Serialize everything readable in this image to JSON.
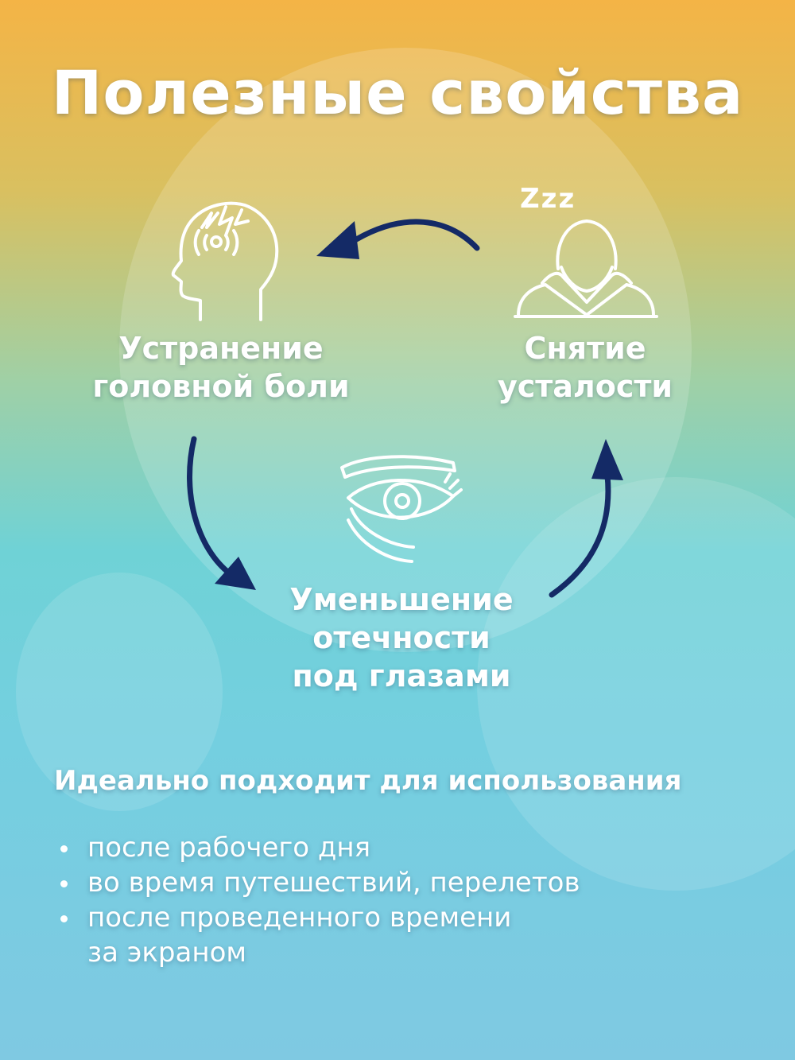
{
  "title": "Полезные свойства",
  "colors": {
    "gradient_top": "#f4b446",
    "gradient_bottom": "#7fc9e2",
    "arrow": "#142a66",
    "text": "#ffffff"
  },
  "benefits": [
    {
      "icon": "headache-head-icon",
      "line1": "Устранение",
      "line2": "головной боли"
    },
    {
      "icon": "sleeping-person-icon",
      "line1": "Снятие",
      "line2": "усталости"
    },
    {
      "icon": "eye-icon",
      "line1": "Уменьшение",
      "line2": "отечности",
      "line3": "под глазами"
    }
  ],
  "sleep_label": "Zzz",
  "usage": {
    "heading": "Идеально подходит для использования",
    "items": [
      {
        "text": "после рабочего дня"
      },
      {
        "text": "во время путешествий, перелетов"
      },
      {
        "text": "после проведенного времени",
        "text2": "за экраном"
      }
    ]
  }
}
